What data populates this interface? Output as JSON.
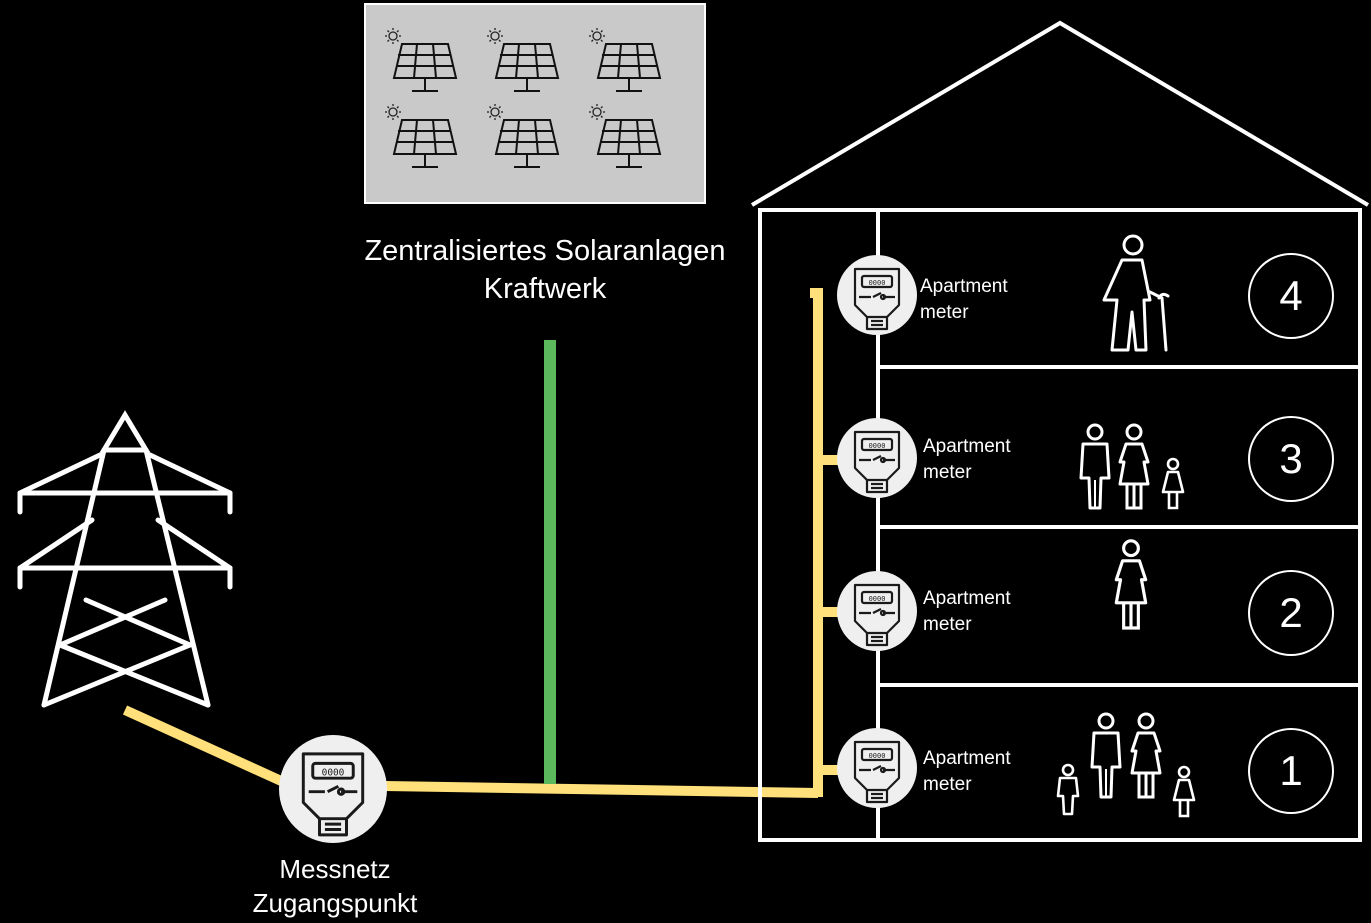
{
  "plant": {
    "title_line1": "Zentralisiertes Solaranlagen",
    "title_line2": "Kraftwerk"
  },
  "access_point": {
    "label_line1": "Messnetz",
    "label_line2": "Zugangspunkt"
  },
  "meter_label": {
    "line1": "Apartment",
    "line2": "meter"
  },
  "units": [
    {
      "number": "4",
      "occupants": "elderly-man-with-cane"
    },
    {
      "number": "3",
      "occupants": "couple-with-child"
    },
    {
      "number": "2",
      "occupants": "single-woman"
    },
    {
      "number": "1",
      "occupants": "family-of-four"
    }
  ],
  "colors": {
    "background": "#000000",
    "grid_line": "#FFE07A",
    "solar_line": "#5CB85C",
    "panel_box": "#C9C9C9",
    "outline": "#FFFFFF"
  }
}
